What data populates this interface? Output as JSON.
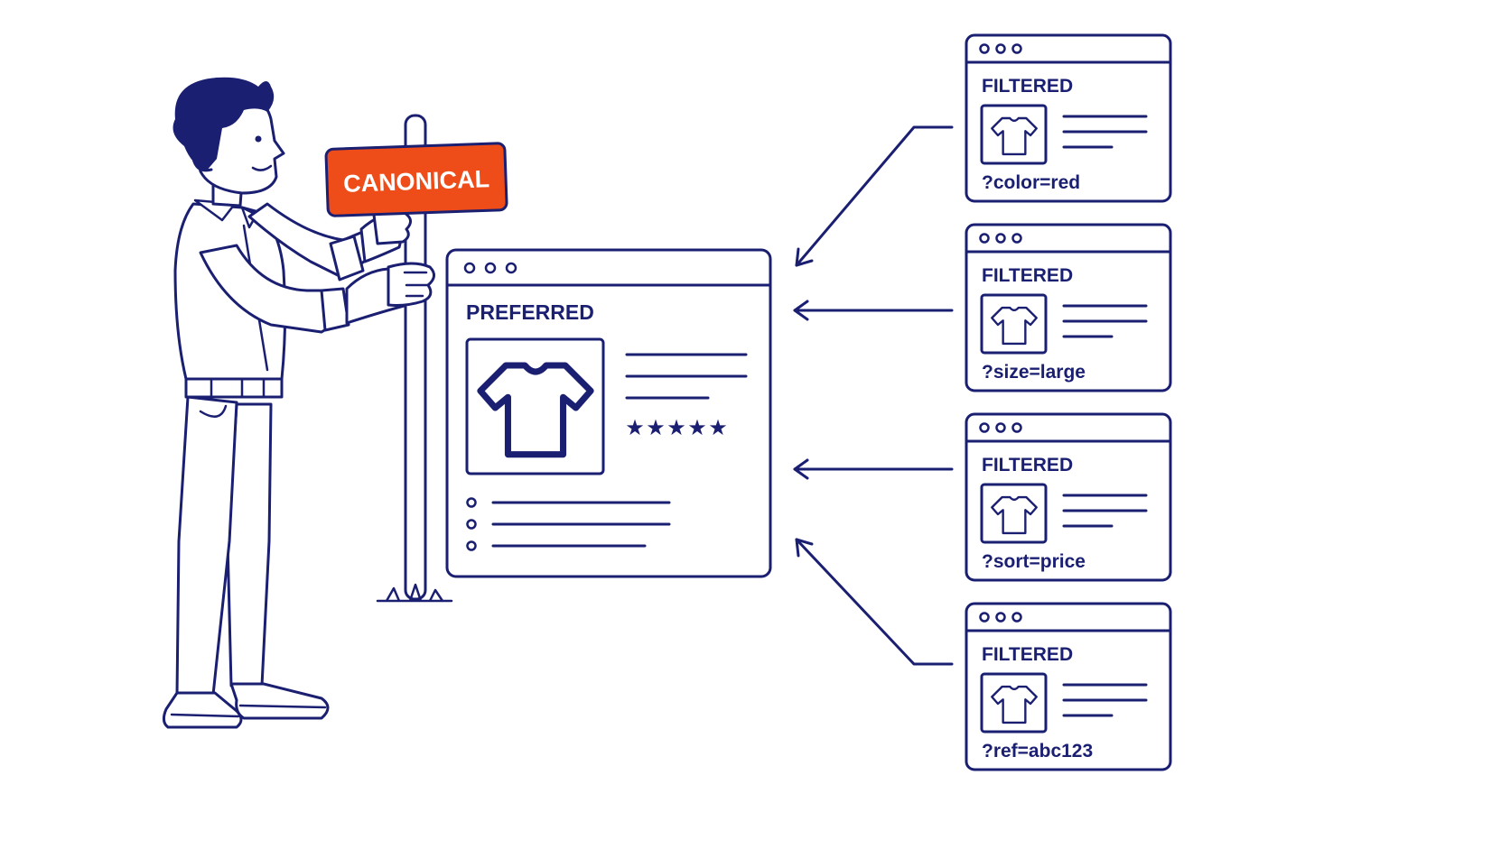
{
  "sign": {
    "label": "CANONICAL",
    "color": "#ee4d1a"
  },
  "preferred_page": {
    "title": "PREFERRED",
    "rating_stars": 5,
    "star_glyph": "★"
  },
  "filtered_pages": [
    {
      "title": "FILTERED",
      "param": "?color=red"
    },
    {
      "title": "FILTERED",
      "param": "?size=large"
    },
    {
      "title": "FILTERED",
      "param": "?sort=price"
    },
    {
      "title": "FILTERED",
      "param": "?ref=abc123"
    }
  ],
  "colors": {
    "line": "#1a1f71",
    "accent": "#ee4d1a",
    "background": "#ffffff"
  }
}
